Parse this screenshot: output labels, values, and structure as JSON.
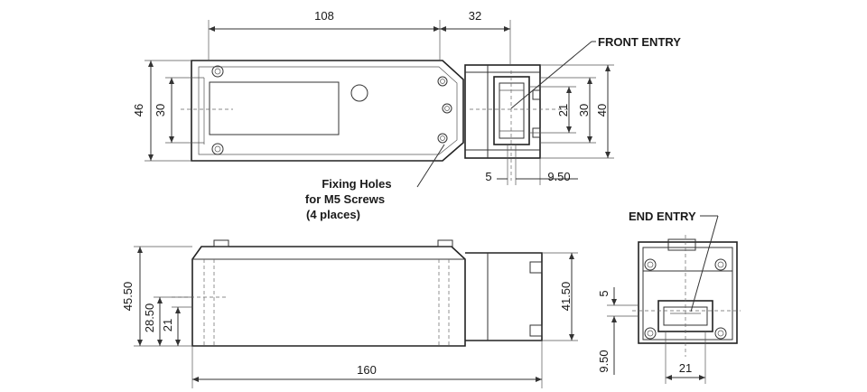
{
  "dimensions": {
    "top_width_108": "108",
    "top_width_32": "32",
    "top_height_46": "46",
    "top_height_30": "30",
    "entry_21": "21",
    "entry_30": "30",
    "entry_40": "40",
    "entry_5": "5",
    "entry_9_50": "9.50",
    "side_45_50": "45.50",
    "side_28_50": "28.50",
    "side_21": "21",
    "side_160": "160",
    "side_41_50": "41.50",
    "end_5": "5",
    "end_9_50": "9.50",
    "end_21": "21"
  },
  "labels": {
    "front_entry": "FRONT ENTRY",
    "end_entry": "END ENTRY",
    "fixing_line1": "Fixing Holes",
    "fixing_line2": "for M5 Screws",
    "fixing_line3": "(4 places)"
  }
}
